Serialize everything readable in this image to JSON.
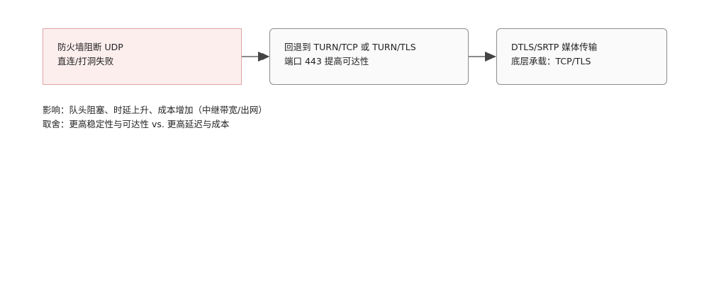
{
  "nodes": {
    "blocked": {
      "line1": "防火墙阻断 UDP",
      "line2": "直连/打洞失败"
    },
    "fallback": {
      "line1": "回退到 TURN/TCP 或 TURN/TLS",
      "line2": "端口 443 提高可达性"
    },
    "media": {
      "line1": "DTLS/SRTP 媒体传输",
      "line2": "底层承载：TCP/TLS"
    }
  },
  "notes": {
    "impact": "影响：队头阻塞、时延上升、成本增加（中继带宽/出网）",
    "tradeoff": "取舍：更高稳定性与可达性 vs. 更高延迟与成本"
  },
  "colors": {
    "blocked_fill": "#fdeeee",
    "blocked_stroke": "#e0a4a4",
    "node_fill": "#fafafa",
    "node_stroke": "#8c8c8c",
    "arrow": "#444444"
  }
}
